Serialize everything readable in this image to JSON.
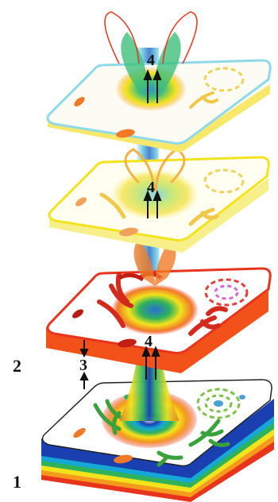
{
  "labels": {
    "layer_bottom": "1",
    "layer_red": "2",
    "spacing": "3",
    "flow_top": "4",
    "flow_yellow": "4",
    "flow_red": "4"
  },
  "colors": {
    "background": "#ffffff",
    "bottom_layer_stripes": [
      "#1a3fb0",
      "#16a7d6",
      "#2fb25a",
      "#f3e31c",
      "#f59a1c",
      "#e8341c"
    ],
    "red_layer": "#f2521a",
    "yellow_layer": "#f7f08a",
    "cyan_layer": "#8fd9e8",
    "stem": "#7fcfe8",
    "organelle_green": "#3aa23a",
    "organelle_orange": "#f07a28",
    "organelle_red": "#d42a1e"
  }
}
